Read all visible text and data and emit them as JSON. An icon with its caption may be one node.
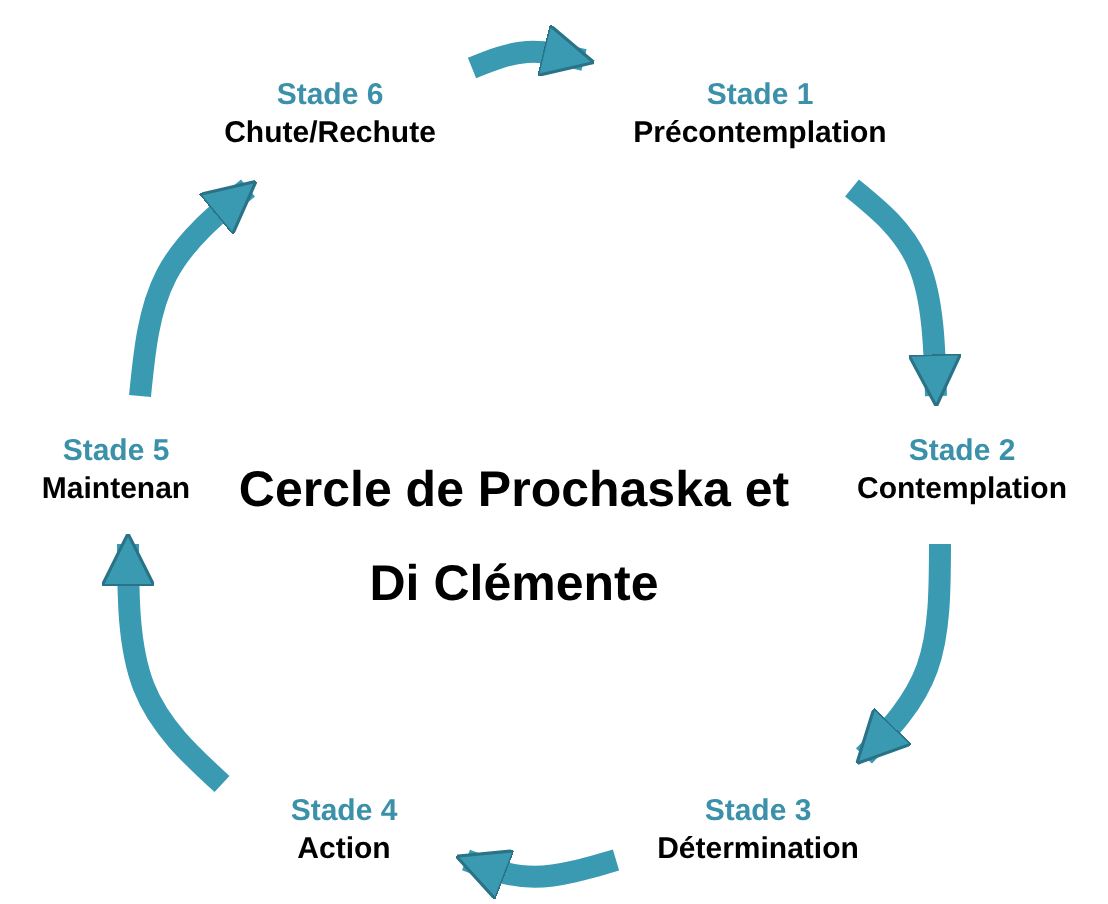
{
  "diagram": {
    "title": "Cercle de Prochaska et Di Clémente",
    "nodes": [
      {
        "text": [
          "Stade 6",
          "Chute/Rechute"
        ]
      },
      {
        "text": [
          "Stade 1",
          "Précontemplation"
        ]
      },
      {
        "text": [
          "Stade 5",
          "Maintenan"
        ]
      },
      {
        "text": [
          "Stade 2",
          "Contemplation"
        ]
      },
      {
        "text": [
          "Stade 4",
          "Action"
        ]
      },
      {
        "text": [
          "Stade 3",
          "Détermination"
        ]
      }
    ],
    "edges": [
      {
        "from": 0,
        "to": 1,
        "arrow": "to"
      },
      {
        "from": 1,
        "to": 3,
        "arrow": "to"
      },
      {
        "from": 3,
        "to": 5,
        "arrow": "to"
      },
      {
        "from": 5,
        "to": 4,
        "arrow": "to"
      },
      {
        "from": 4,
        "to": 2,
        "arrow": "to"
      },
      {
        "from": 2,
        "to": 0,
        "arrow": "to"
      }
    ]
  }
}
